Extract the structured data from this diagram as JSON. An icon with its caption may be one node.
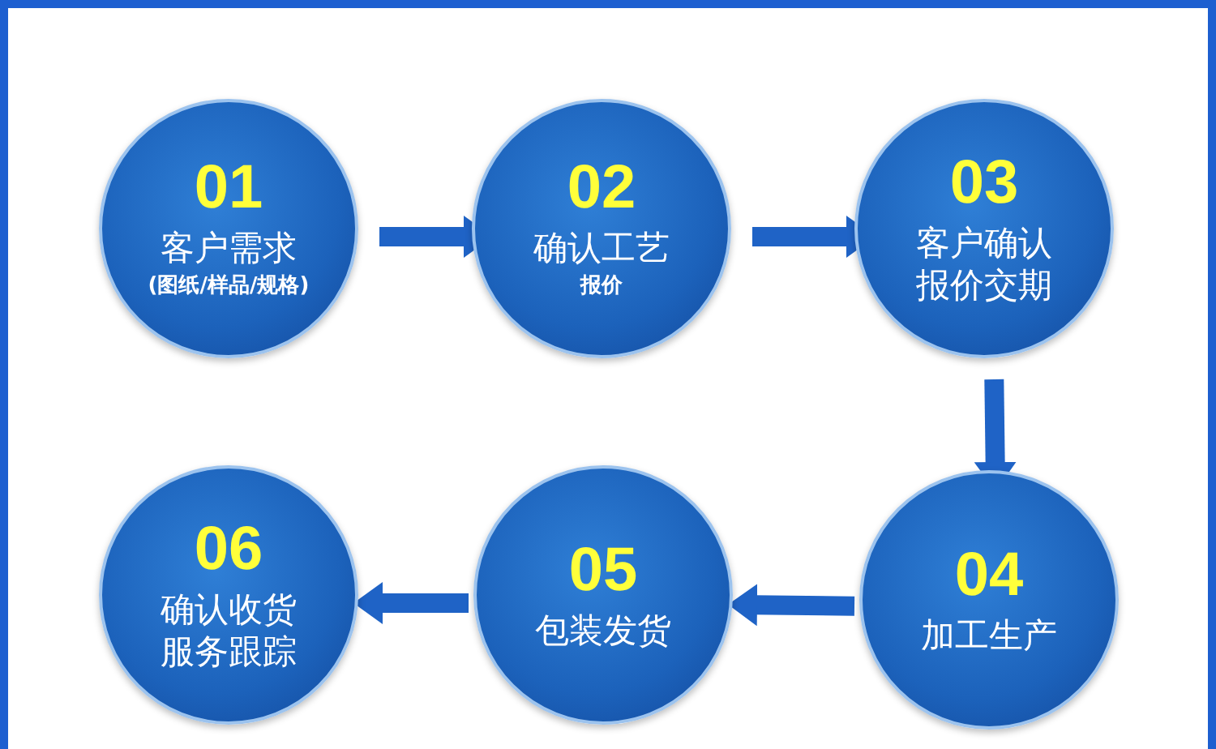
{
  "diagram": {
    "nodes": [
      {
        "text": [
          "01",
          "客户需求",
          "(图纸/样品/规格)"
        ]
      },
      {
        "text": [
          "02",
          "确认工艺",
          "报价"
        ]
      },
      {
        "text": [
          "03",
          "客户确认报价交期"
        ]
      },
      {
        "text": [
          "04",
          "加工生产"
        ]
      },
      {
        "text": [
          "05",
          "包装发货"
        ]
      },
      {
        "text": [
          "06",
          "确认收货服务跟踪"
        ]
      }
    ],
    "edges": [
      {
        "from": 0,
        "to": 1,
        "arrow": "to"
      },
      {
        "from": 1,
        "to": 2,
        "arrow": "to"
      },
      {
        "from": 2,
        "to": 3,
        "arrow": "to"
      },
      {
        "from": 3,
        "to": 4,
        "arrow": "to"
      },
      {
        "from": 4,
        "to": 5,
        "arrow": "to"
      }
    ]
  }
}
